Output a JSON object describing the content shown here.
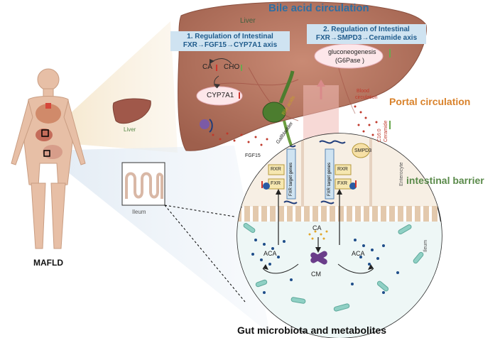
{
  "title": "Bile acid circulation",
  "liver_label_top": "Liver",
  "axis1": "1. Regulation of Intestinal FXR→FGF15→CYP7A1 axis",
  "axis1_line1": "1. Regulation of Intestinal",
  "axis1_line2": "FXR→FGF15→CYP7A1 axis",
  "axis2_line1": "2. Regulation of Intestinal",
  "axis2_line2": "FXR→SMPD3→Ceramide axis",
  "gluconeogenesis_line1": "gluconeogenesis",
  "gluconeogenesis_line2": "(G6Pase )",
  "ca": "CA",
  "cho": "CHO",
  "cyp7a1": "CYP7A1",
  "bile_acids": "Bile acids",
  "gallbladder": "Gallbladder",
  "blood_circulation_line1": "Blood",
  "blood_circulation_line2": "circulation",
  "portal_circulation": "Portal circulation",
  "c160_ceramide_line1": "C16:0",
  "c160_ceramide_line2": "Ceramide",
  "liver_small": "Liver",
  "ileum_small": "Ileum",
  "fgf15": "FGF15",
  "smpd3": "SMPD3",
  "rxr": "RXR",
  "fxr": "FXR",
  "fxr_target_genes": "FXR target genes",
  "enterocyte": "Enterocyte",
  "intestinal_barrier": "intestinal barrier",
  "ileum_lumen": "Ileum",
  "ca_center": "CA",
  "aca": "ACA",
  "cm": "CM",
  "mafld": "MAFLD",
  "gut_title": "Gut microbiota and metabolites",
  "colors": {
    "title_blue": "#2f6fa3",
    "liver_brown": "#b5745f",
    "portal_orange": "#d9822b",
    "barrier_green": "#5a8a4a",
    "box_blue": "#cfe3f1"
  }
}
